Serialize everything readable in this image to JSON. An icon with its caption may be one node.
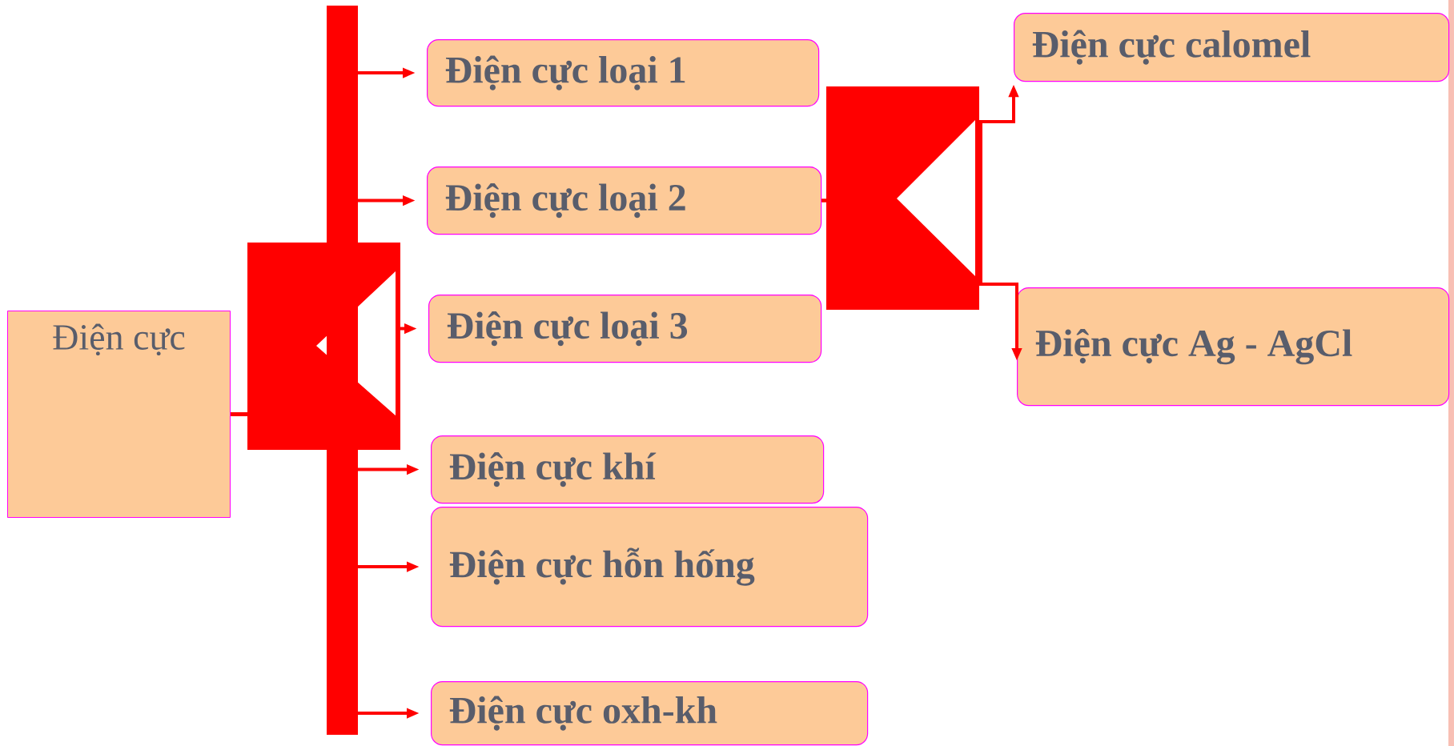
{
  "diagram": {
    "nodes": [
      {
        "text": [
          "Điện cực"
        ]
      },
      {
        "text": [
          "Điện cực loại 1"
        ]
      },
      {
        "text": [
          "Điện cực loại 2"
        ]
      },
      {
        "text": [
          "Điện cực loại 3"
        ]
      },
      {
        "text": [
          "Điện cực khí"
        ]
      },
      {
        "text": [
          "Điện cực hỗn hống"
        ]
      },
      {
        "text": [
          "Điện cực oxh-kh"
        ]
      },
      {
        "text": [
          "Điện cực calomel"
        ]
      },
      {
        "text": [
          "Điện cực Ag - AgCl"
        ]
      }
    ],
    "edges": [
      {
        "from": 0,
        "to": 1,
        "arrow": "to"
      },
      {
        "from": 0,
        "to": 2,
        "arrow": "to"
      },
      {
        "from": 0,
        "to": 3,
        "arrow": "to"
      },
      {
        "from": 0,
        "to": 4,
        "arrow": "to"
      },
      {
        "from": 0,
        "to": 5,
        "arrow": "to"
      },
      {
        "from": 0,
        "to": 6,
        "arrow": "to"
      },
      {
        "from": 2,
        "to": 7,
        "arrow": "to"
      },
      {
        "from": 2,
        "to": 8,
        "arrow": "to"
      }
    ]
  }
}
